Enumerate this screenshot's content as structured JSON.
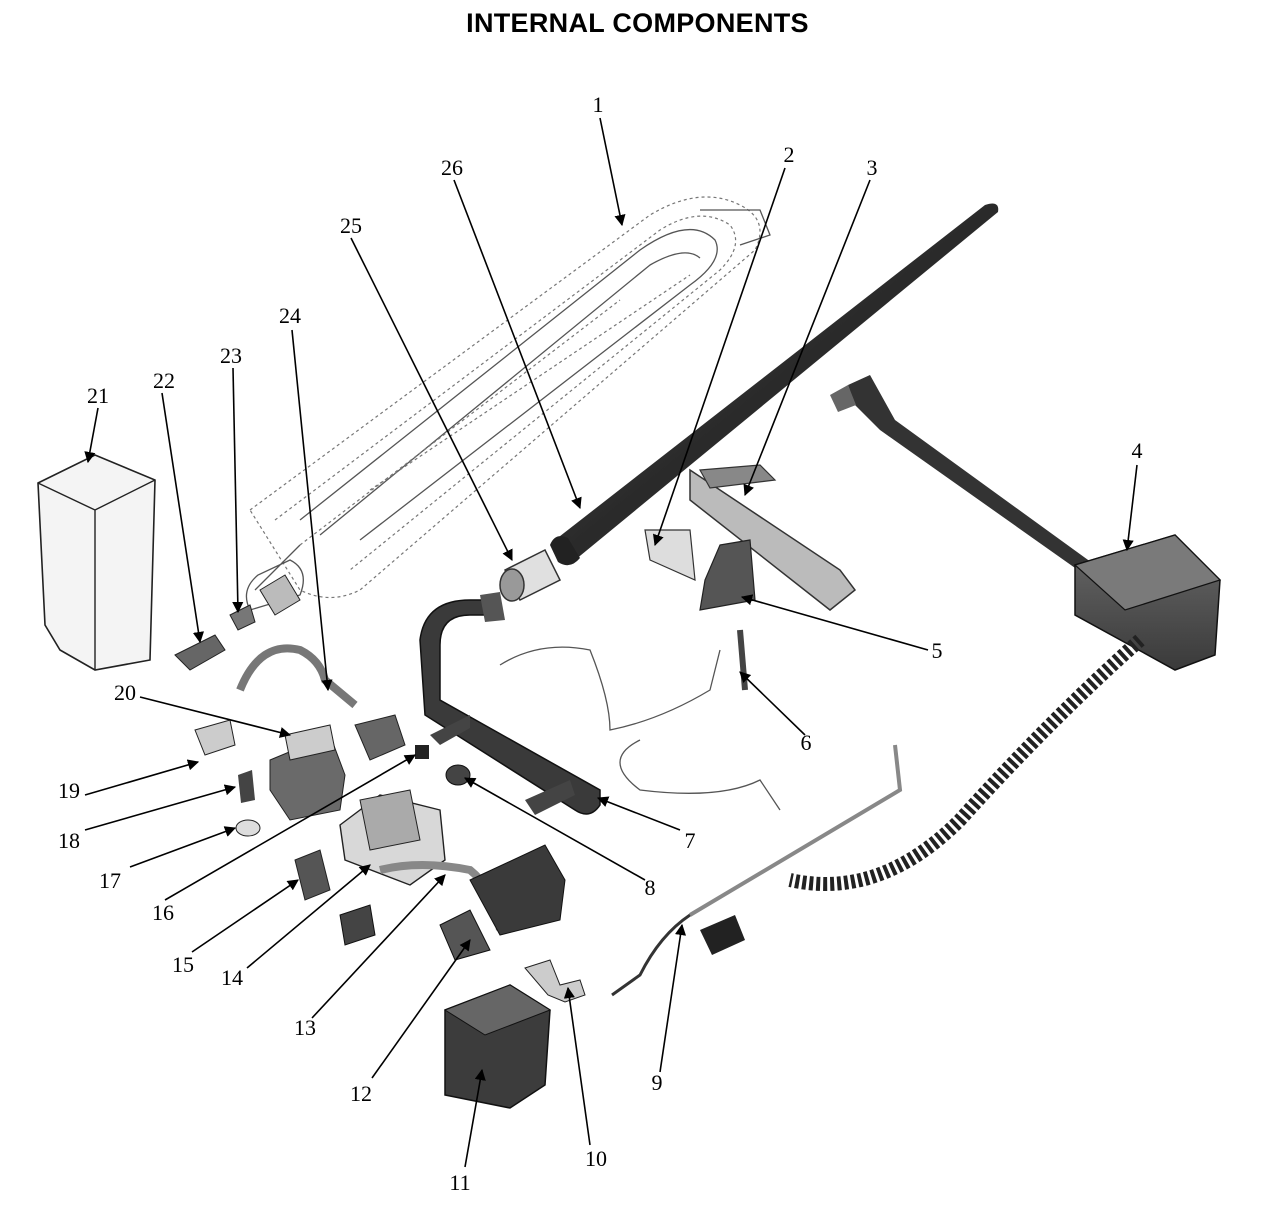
{
  "title": "INTERNAL COMPONENTS",
  "callouts": [
    "1",
    "2",
    "3",
    "4",
    "5",
    "6",
    "7",
    "8",
    "9",
    "10",
    "11",
    "12",
    "13",
    "14",
    "15",
    "16",
    "17",
    "18",
    "19",
    "20",
    "21",
    "22",
    "23",
    "24",
    "25",
    "26"
  ]
}
